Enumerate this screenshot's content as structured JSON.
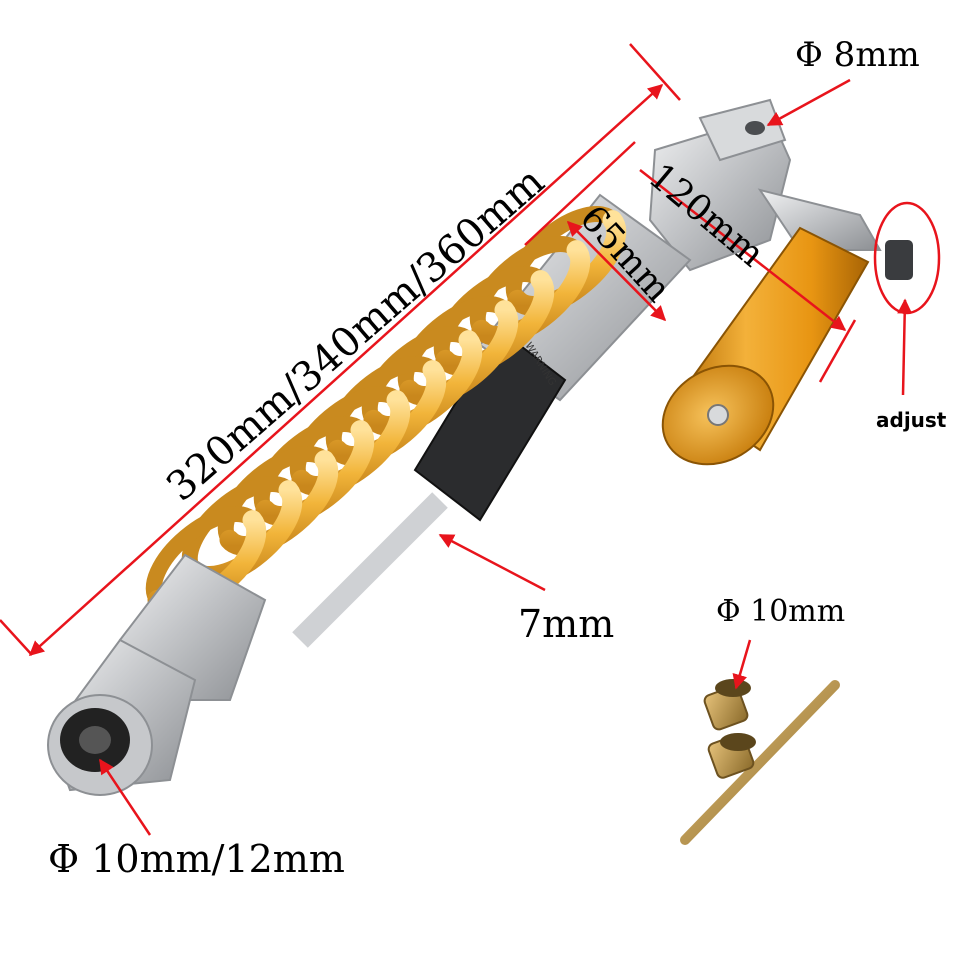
{
  "labels": {
    "top_eye_diameter": "Φ 8mm",
    "reservoir_length": "120mm",
    "thread_length": "65mm",
    "overall_length": "320mm/340mm/360mm",
    "spring_wire": "7mm",
    "bushing_diameter": "Φ 10mm",
    "bottom_eye_diameter": "Φ 10mm/12mm",
    "adjust": "adjust"
  },
  "product": {
    "warning_text": "WARNING"
  },
  "colors": {
    "annotation_red": "#e8141c",
    "spring_yellow": "#f2b53a",
    "reservoir_orange": "#e99a12",
    "body_silver": "#c9cbcd",
    "bushing_brass": "#b9913d"
  }
}
